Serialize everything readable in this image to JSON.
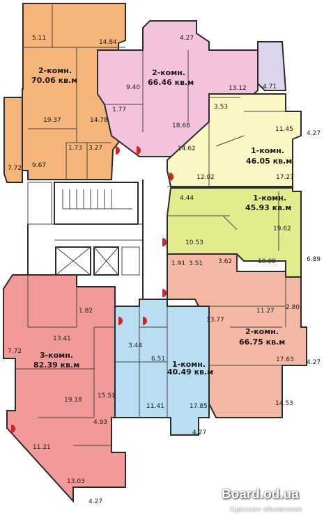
{
  "colors": {
    "orange": "#f5b57a",
    "pink": "#f5c2de",
    "yellow_light": "#fbf7c4",
    "yellow_green": "#e2ec8c",
    "salmon": "#f4b8a4",
    "blue": "#b9def2",
    "red": "#f29a9a",
    "lilac": "#dfd4ee",
    "stair": "#ffffff",
    "door": "#d81f26"
  },
  "apartments": [
    {
      "title_rooms": "2-комн.",
      "title_area": "70.06 кв.м"
    },
    {
      "title_rooms": "2-комн.",
      "title_area": "66.46 кв.м"
    },
    {
      "title_rooms": "1-комн.",
      "title_area": "46.05 кв.м"
    },
    {
      "title_rooms": "1-комн.",
      "title_area": "45.93 кв.м"
    },
    {
      "title_rooms": "2-комн.",
      "title_area": "66.75 кв.м"
    },
    {
      "title_rooms": "1-комн.",
      "title_area": "40.49 кв.м"
    },
    {
      "title_rooms": "3-комн.",
      "title_area": "82.39 кв.м"
    }
  ],
  "room_areas": [
    "5.11",
    "14.84",
    "19.37",
    "14.78",
    "9.67",
    "1.73",
    "3.27",
    "7.72",
    "4.27",
    "9.40",
    "1.77",
    "18.68",
    "13.12",
    "4.71",
    "3.53",
    "14.62",
    "11.45",
    "4.27",
    "12.02",
    "17.27",
    "4.44",
    "19.62",
    "10.53",
    "6.89",
    "1.91",
    "3.51",
    "3.62",
    "10.08",
    "11.27",
    "2.80",
    "13.77",
    "17.63",
    "4.27",
    "14.53",
    "3.44",
    "6.51",
    "11.41",
    "17.85",
    "4.27",
    "1.82",
    "13.41",
    "7.72",
    "19.18",
    "15.51",
    "4.93",
    "11.21",
    "13.03",
    "4.27"
  ],
  "watermark": {
    "site": "Board.od.ua",
    "subtitle": "Одесские объявления"
  }
}
